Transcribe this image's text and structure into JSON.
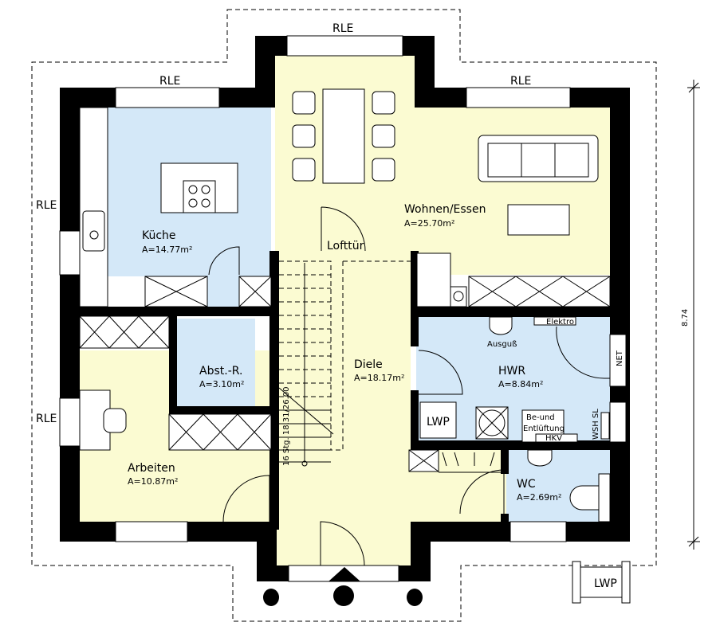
{
  "colors": {
    "living": "#fbfbd2",
    "service": "#d4e8f8",
    "wall": "#000000"
  },
  "windows": {
    "top_center": "RLE",
    "top_left": "RLE",
    "top_right": "RLE",
    "left_upper": "RLE",
    "left_lower": "RLE"
  },
  "rooms": {
    "kueche": {
      "name": "Küche",
      "area": "A=14.77m²"
    },
    "wohnen": {
      "name": "Wohnen/Essen",
      "area": "A=25.70m²"
    },
    "abst": {
      "name": "Abst.-R.",
      "area": "A=3.10m²"
    },
    "diele": {
      "name": "Diele",
      "area": "A=18.17m²"
    },
    "hwr": {
      "name": "HWR",
      "area": "A=8.84m²"
    },
    "arbeiten": {
      "name": "Arbeiten",
      "area": "A=10.87m²"
    },
    "wc": {
      "name": "WC",
      "area": "A=2.69m²"
    }
  },
  "fixtures": {
    "lofttuer": "Lofttür",
    "ausguss": "Ausguß",
    "elektro": "Elektro",
    "net": "NET",
    "lwp": "LWP",
    "lwp_outdoor": "LWP",
    "lueftung_1": "Be-und",
    "lueftung_2": "Entlüftung",
    "hkv": "HKV",
    "wsh_sl": "WSH SL",
    "stair": "16 Stg. 18.31/26.00"
  },
  "dimension": "8.74"
}
